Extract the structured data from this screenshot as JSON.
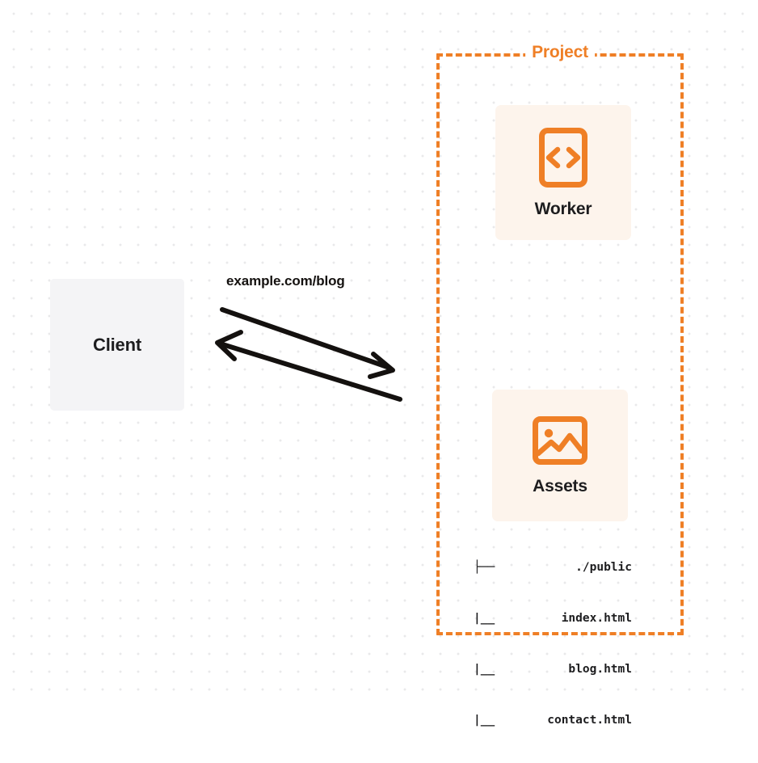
{
  "canvas": {
    "background": "#ffffff",
    "grid_dot_color": "#e9e9ea"
  },
  "colors": {
    "accent_orange": "#ef7f26",
    "node_fill_orange": "#fdf4ec",
    "node_fill_gray": "#f4f4f6",
    "text_dark": "#1d1d1f"
  },
  "client": {
    "label": "Client"
  },
  "connection": {
    "label": "example.com/blog",
    "request_direction": "right",
    "response_direction": "left"
  },
  "project_group": {
    "title": "Project"
  },
  "worker": {
    "label": "Worker",
    "icon": "code-brackets-icon"
  },
  "assets": {
    "label": "Assets",
    "icon": "image-picture-icon",
    "file_tree": [
      {
        "branch": "├──",
        "name": "./public"
      },
      {
        "branch": "|__",
        "name": "index.html"
      },
      {
        "branch": "|__",
        "name": "blog.html"
      },
      {
        "branch": "|__",
        "name": "contact.html"
      }
    ]
  }
}
